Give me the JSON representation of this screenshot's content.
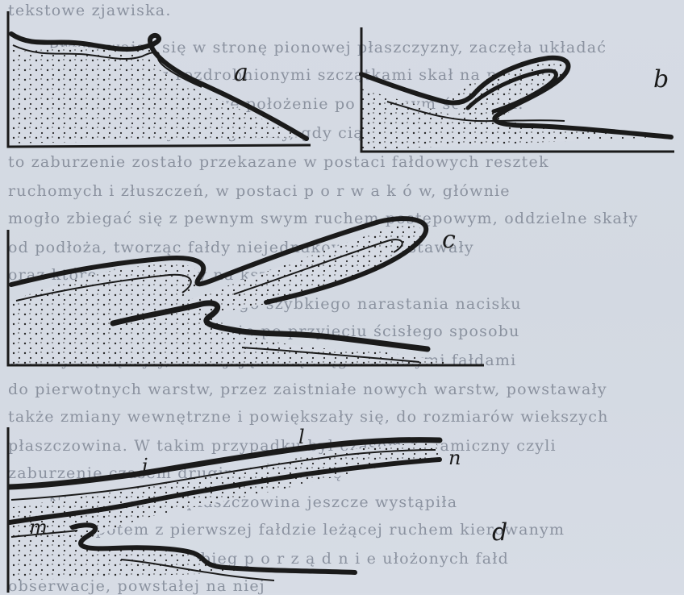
{
  "ocr_text": {
    "lines": [
      "tekstowe zjawiska.",
      "Przesuwając się w stronę pionowej płaszczyzny, zaczęła układać",
      "się fałda. Bruzdy z rozdrobnionymi szczątkami skał na przodzie",
      "przesuwania, zmieniły swe położenie po stromym ścianach.",
      "W sponach czółowych fragmenty, gdy ciągnięte były przy",
      "to zaburzenie zostało przekazane w postaci fałdowych resztek",
      "ruchomych i złuszczeń, w postaci p o r w a k ó w, głównie",
      "mogło zbiegać się z pewnym swym ruchem postępowym, oddzielne skały",
      "od podłoża, tworząc fałdy niejednakowo i powstawały",
      "oraz które się układały na kształt fałdy.",
      "Wobec tak nieustannego szybkiego narastania nacisku",
      "oporu, a to spowodowało, że po przyjęciu ścisłego sposobu",
      "w fałdy się łączyły, rozwijające się ciągle dalszymi fałdami",
      "do pierwotnych warstw, przez zaistniałe nowych warstw, powstawały",
      "także zmiany wewnętrzne i powiększały się, do rozmiarów wiekszych",
      "płaszczowina. W takim przypadku był czasem dynamiczny czyli",
      "zaburzenie czasem drugim ukazało się",
      "Nie jedna tylko płaszczowina jeszcze wystąpiła",
      "wystąpić, potem z pierwszej fałdzie leżącej ruchem kierowanym",
      "zostaje trzecia, a przebieg p o r z ą d n i e ułożonych fałd",
      "obserwacje, powstałej na niej"
    ]
  },
  "figures": {
    "a": {
      "label": "a"
    },
    "b": {
      "label": "b"
    },
    "c": {
      "label": "c"
    },
    "d": {
      "label": "d",
      "sublabels": [
        "m",
        "n",
        "l",
        "i"
      ]
    }
  },
  "colors": {
    "ink": "#1a1a1a",
    "paper": "#d6dbe4",
    "stipple": "#2a2a2a"
  }
}
